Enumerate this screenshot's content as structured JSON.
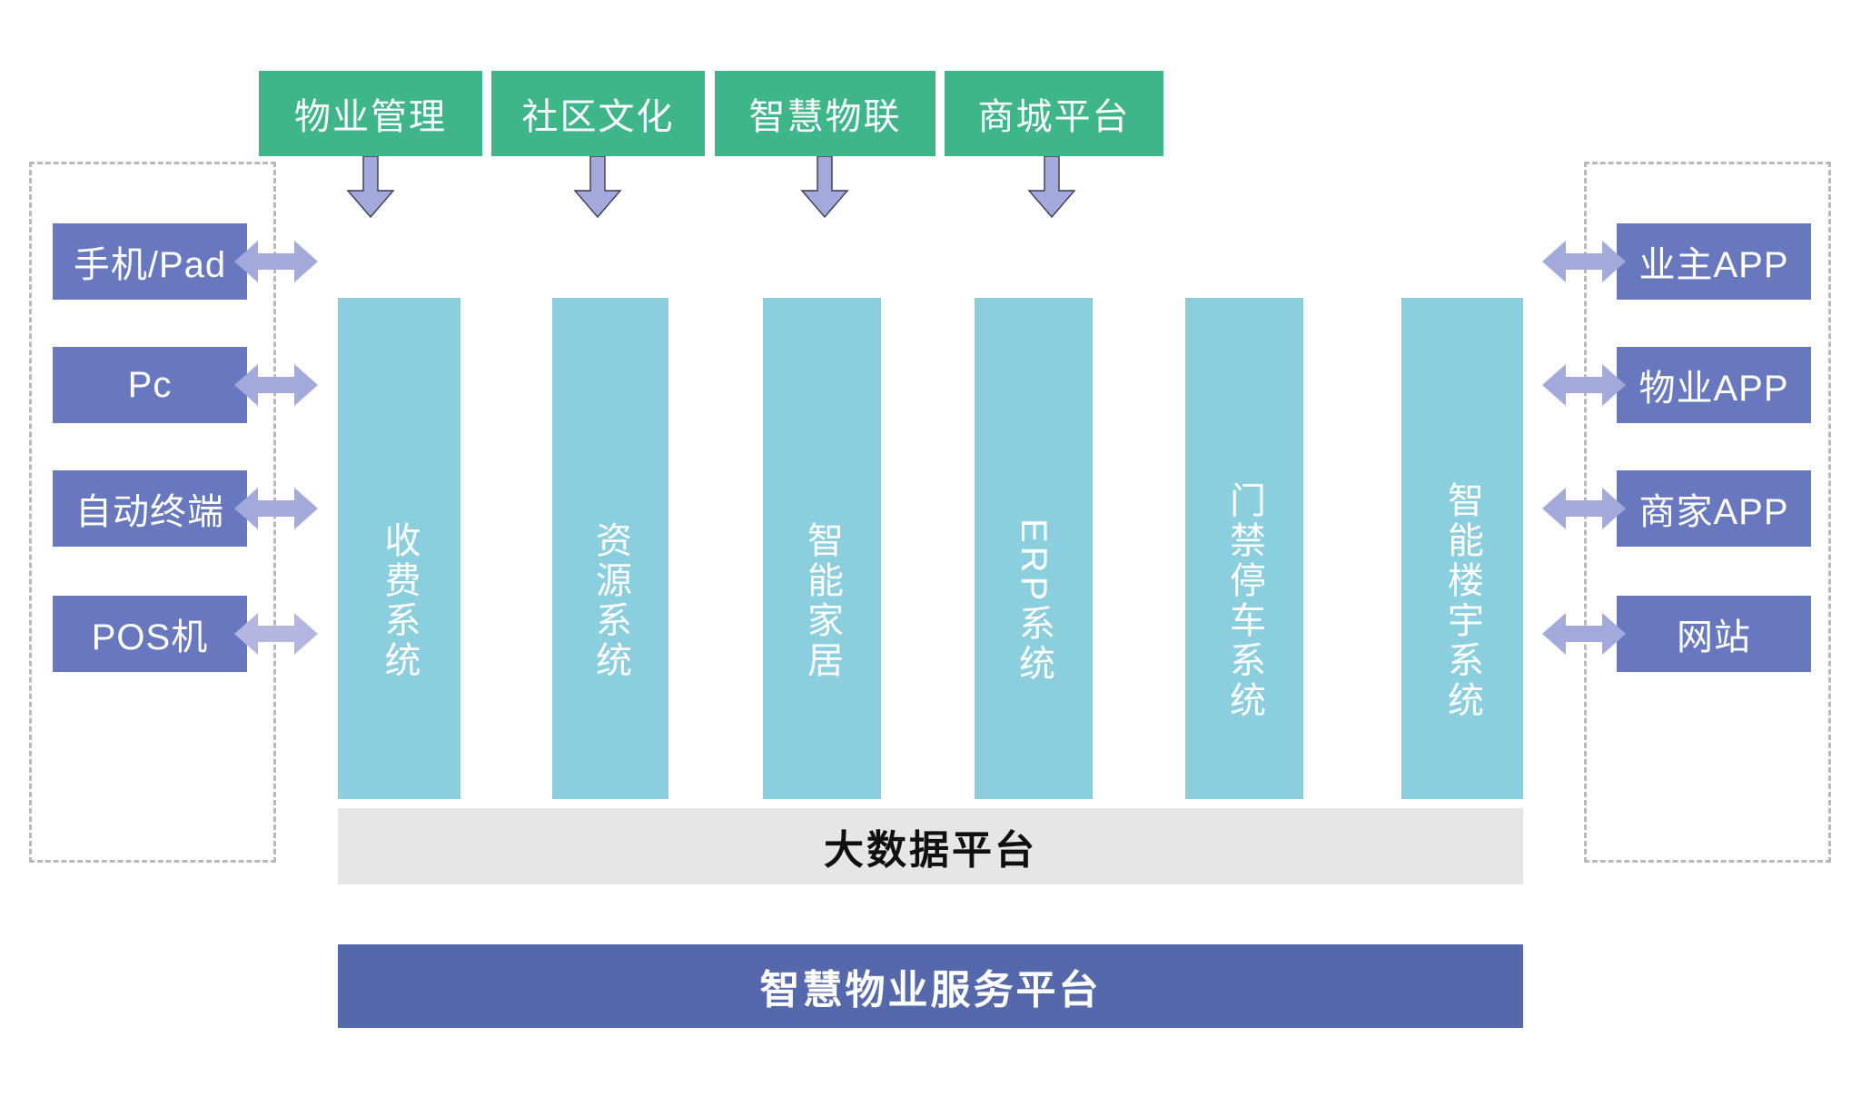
{
  "diagram": {
    "title_bottom": "智慧物业服务平台",
    "bigdata_bar": "大数据平台",
    "colors": {
      "green_module": "#3FB68A",
      "teal_system": "#8BCEDD",
      "purple_client": "#6878BF",
      "arrow_purple": "#A3A9DB",
      "bigdata_gray": "#E6E6E6",
      "platform_blue": "#5668AC",
      "dashed_border": "#B9B9B9"
    }
  },
  "top_modules": [
    {
      "label": "物业管理"
    },
    {
      "label": "社区文化"
    },
    {
      "label": "智慧物联"
    },
    {
      "label": "商城平台"
    }
  ],
  "systems": [
    {
      "label": "收费系统",
      "latin": false
    },
    {
      "label": "资源系统",
      "latin": false
    },
    {
      "label": "智能家居",
      "latin": false
    },
    {
      "label": "ERP系统",
      "latin": true
    },
    {
      "label": "门禁停车系统",
      "latin": false
    },
    {
      "label": "智能楼宇系统",
      "latin": false
    }
  ],
  "left_clients": [
    {
      "label": "手机/Pad"
    },
    {
      "label": "Pc"
    },
    {
      "label": "自动终端"
    },
    {
      "label": "POS机"
    }
  ],
  "right_clients": [
    {
      "label": "业主APP"
    },
    {
      "label": "物业APP"
    },
    {
      "label": "商家APP"
    },
    {
      "label": "网站"
    }
  ]
}
